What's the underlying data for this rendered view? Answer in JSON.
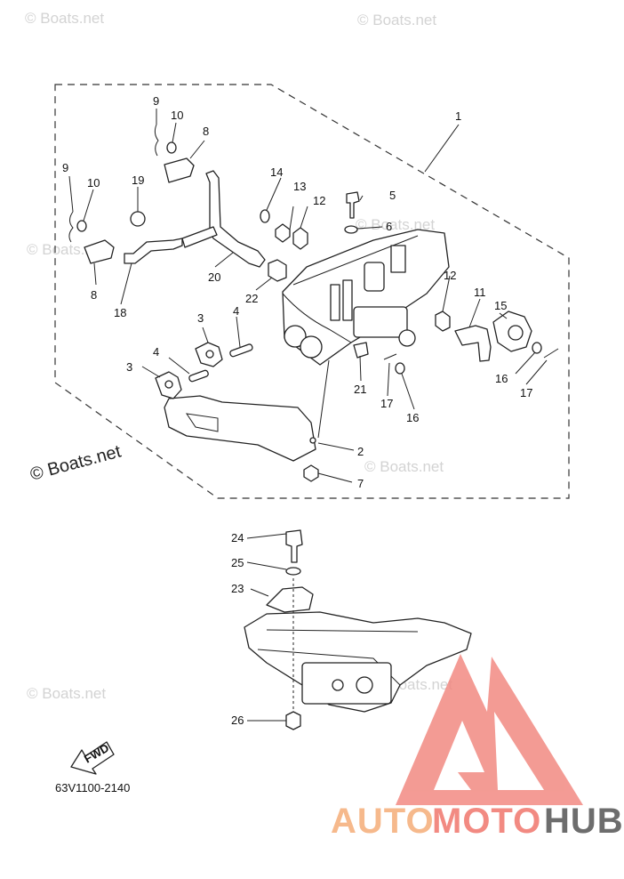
{
  "watermark": "© Boats.net",
  "copyright": "© Boats.net",
  "diagram_code": "63V1100-2140",
  "fwd_label": "FWD",
  "brand": {
    "auto": "AUTO",
    "moto": "MOTO",
    "hub": "HUB",
    "color_main": "#f28a82",
    "color_hub": "#6d6d6d",
    "color_auto": "#f6b98c"
  },
  "callouts": [
    "1",
    "2",
    "3",
    "3",
    "4",
    "4",
    "5",
    "6",
    "7",
    "8",
    "8",
    "9",
    "9",
    "10",
    "10",
    "11",
    "12",
    "12",
    "13",
    "14",
    "15",
    "16",
    "16",
    "17",
    "17",
    "18",
    "19",
    "20",
    "21",
    "22",
    "23",
    "24",
    "25",
    "26"
  ]
}
